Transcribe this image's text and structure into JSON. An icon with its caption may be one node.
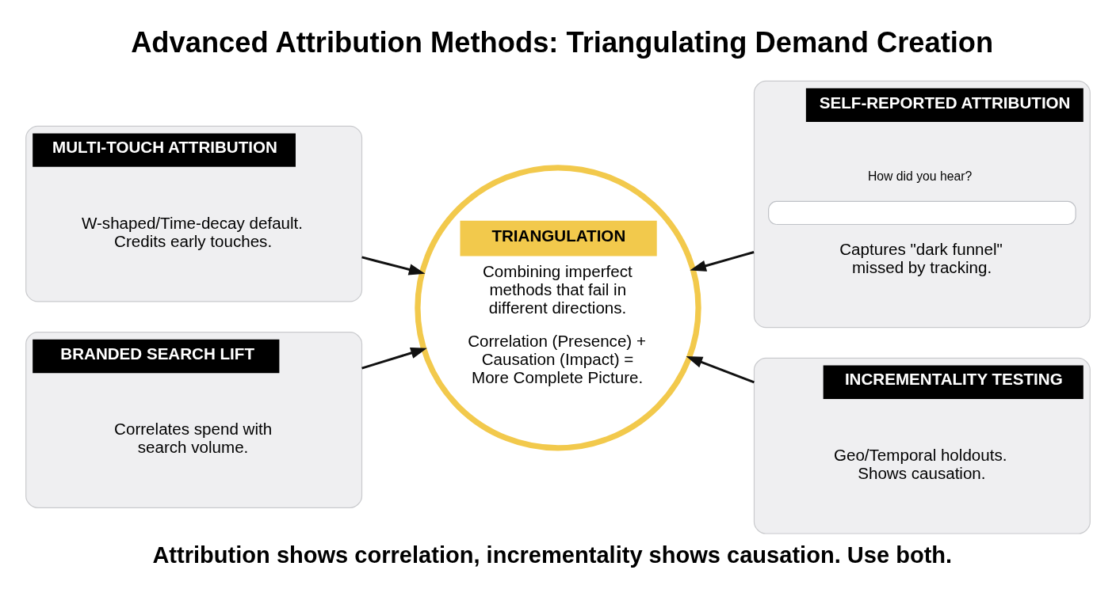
{
  "diagram": {
    "title": "Advanced Attribution Methods: Triangulating Demand Creation",
    "caption": "Attribution shows correlation, incrementality shows causation. Use both.",
    "nodes": [
      {
        "text": [
          "MULTI-TOUCH ATTRIBUTION",
          "W-shaped/Time-decay default. Credits early touches."
        ]
      },
      {
        "text": [
          "SELF-REPORTED ATTRIBUTION",
          "How did you hear?",
          "Captures \"dark funnel\" missed by tracking."
        ]
      },
      {
        "text": [
          "TRIANGULATION",
          "Combining imperfect methods that fail in different directions.",
          "Correlation (Presence) + Causation (Impact) = More Complete Picture."
        ]
      },
      {
        "text": [
          "BRANDED SEARCH LIFT",
          "Correlates spend with search volume."
        ]
      },
      {
        "text": [
          "INCREMENTALITY TESTING",
          "Geo/Temporal holdouts. Shows causation."
        ]
      }
    ],
    "edges": [
      {
        "from": 0,
        "to": 2,
        "arrow": "to"
      },
      {
        "from": 1,
        "to": 2,
        "arrow": "to"
      },
      {
        "from": 3,
        "to": 2,
        "arrow": "to"
      },
      {
        "from": 4,
        "to": 2,
        "arrow": "to"
      }
    ]
  }
}
